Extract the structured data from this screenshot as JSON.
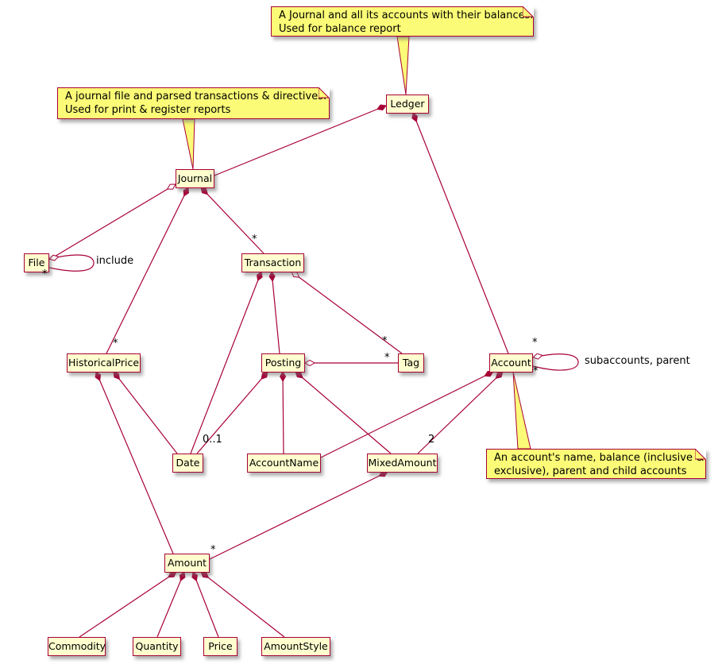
{
  "notes": {
    "ledger_note": {
      "line1": "A Journal and all its accounts with their balances.",
      "line2": "Used for balance report"
    },
    "journal_note": {
      "line1": "A journal file and parsed transactions & directives.",
      "line2": "Used for print & register reports"
    },
    "account_note": {
      "line1": "An account's name, balance (inclusive &",
      "line2": "exclusive), parent and child accounts"
    }
  },
  "classes": {
    "ledger": "Ledger",
    "journal": "Journal",
    "file": "File",
    "transaction": "Transaction",
    "historicalprice": "HistoricalPrice",
    "posting": "Posting",
    "tag": "Tag",
    "account": "Account",
    "date": "Date",
    "accountname": "AccountName",
    "mixedamount": "MixedAmount",
    "amount": "Amount",
    "commodity": "Commodity",
    "quantity": "Quantity",
    "price": "Price",
    "amountstyle": "AmountStyle"
  },
  "labels": {
    "include": "include",
    "subaccounts": "subaccounts, parent",
    "file_self_mult": "*",
    "journal_transaction_mult": "*",
    "journal_historicalprice_mult": "*",
    "transaction_tag_mult": "*",
    "posting_tag_mult": "*",
    "ledger_account_mult": "*",
    "account_self_mult": "*",
    "posting_date_mult": "0..1",
    "account_mixedamount_mult": "2",
    "mixedamount_amount_mult": "*"
  },
  "colors": {
    "line": "#A80036",
    "class_fill": "#FEFECE",
    "note_fill": "#FBFB77",
    "background": "#FFFFFF",
    "text": "#000000"
  }
}
